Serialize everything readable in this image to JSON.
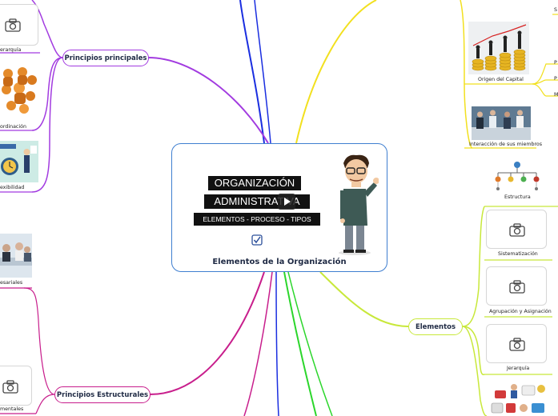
{
  "central": {
    "title": "Elementos de la Organización",
    "thumbnail": {
      "line1": "ORGANIZACIÓN",
      "line2": "ADMINISTRATIVA",
      "line3": "ELEMENTOS - PROCESO - TIPOS",
      "play_icon": "play-icon"
    }
  },
  "branches": {
    "principios_principales": "Principios principales",
    "principios_estructurales": "Principios Estructurales",
    "elementos": "Elementos"
  },
  "left_captions": {
    "jerarquia": "erarquía",
    "coordinacion": "ordinación",
    "flexibilidad": "exibilidad",
    "empresariales": "esariales",
    "fundamentales": "mentales"
  },
  "right_captions": {
    "origen_capital": "Origen del Capital",
    "interaccion": "Interacción de sus miembros",
    "estructura": "Estructura",
    "sistematizacion": "Sistematización",
    "agrupacion": "Agrupación y Asignación",
    "jerarquia": "Jerarquía",
    "edge_s": "S",
    "edge_p1": "P",
    "edge_p2": "P",
    "edge_m": "M"
  },
  "colors": {
    "central_border": "#3f7fd0",
    "purple": "#a23be0",
    "yellow": "#f2e01f",
    "yellow_green": "#c8e83a",
    "green": "#2bd62b",
    "blue": "#1a2ee0",
    "magenta": "#c81e8c"
  }
}
